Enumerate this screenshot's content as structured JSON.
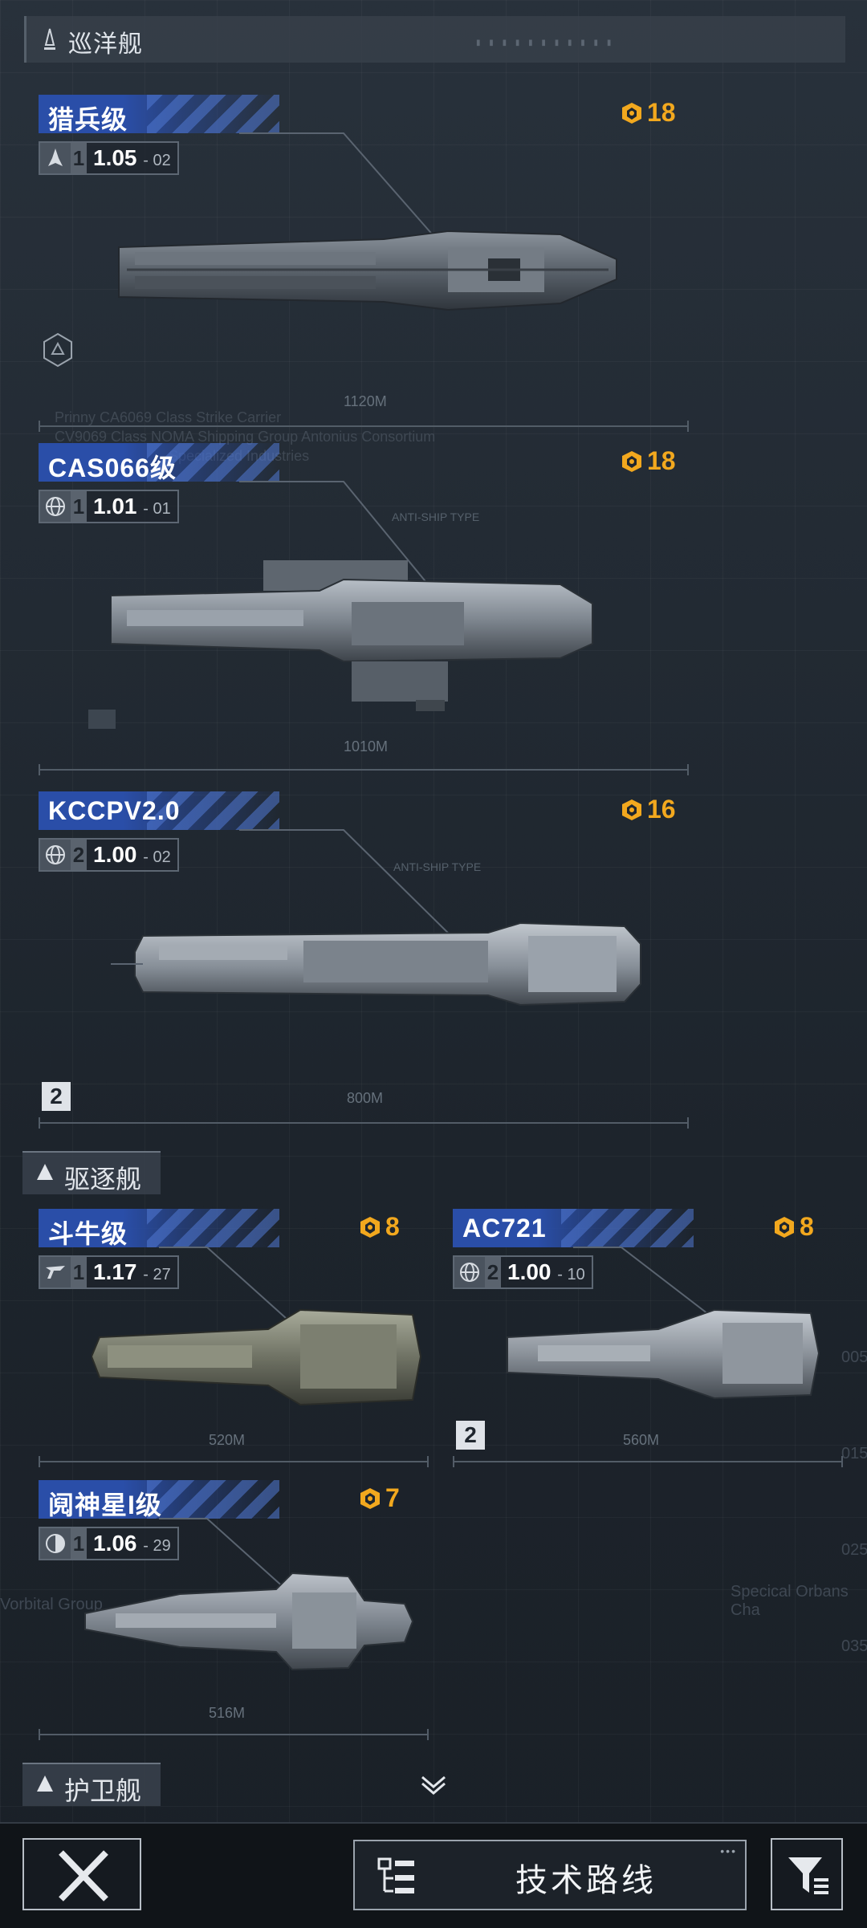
{
  "sections": {
    "cruiser": "巡洋舰",
    "destroyer": "驱逐舰",
    "frigate": "护卫舰"
  },
  "ships": [
    {
      "name": "猎兵级",
      "cost": "18",
      "tier": "1",
      "version": "1.05",
      "sub": "02",
      "scale": "1120M",
      "icon": "rocket-icon"
    },
    {
      "name": "CAS066级",
      "cost": "18",
      "tier": "1",
      "version": "1.01",
      "sub": "01",
      "scale": "1010M",
      "icon": "globe-icon"
    },
    {
      "name": "KCCPV2.0",
      "cost": "16",
      "tier": "2",
      "version": "1.00",
      "sub": "02",
      "scale": "800M",
      "icon": "globe-icon",
      "badge": "2"
    },
    {
      "name": "斗牛级",
      "cost": "8",
      "tier": "1",
      "version": "1.17",
      "sub": "27",
      "scale": "520M",
      "icon": "wing-logo-icon"
    },
    {
      "name": "AC721",
      "cost": "8",
      "tier": "2",
      "version": "1.00",
      "sub": "10",
      "scale": "560M",
      "icon": "globe-icon",
      "badge": "2"
    },
    {
      "name": "阋神星I级",
      "cost": "7",
      "tier": "1",
      "version": "1.06",
      "sub": "29",
      "scale": "516M",
      "icon": "globe-half-icon"
    }
  ],
  "background_text": {
    "line1": "Prinny  CA6069 Class  Strike Carrier",
    "line2": "CV9069 Class  NOMA Shipping Group Antonius Consortium",
    "line3": "Specialized Industries",
    "anti": "ANTI-SHIP TYPE",
    "side1": "Specical Orbans Cha",
    "side2": "Vorbital Group",
    "side3": "005",
    "side4": "015",
    "side5": "025",
    "side6": "035"
  },
  "buttons": {
    "tech_route": "技术路线"
  },
  "colors": {
    "accent_gold": "#f2a81e",
    "name_bar_blue": "#2a4ea8"
  }
}
